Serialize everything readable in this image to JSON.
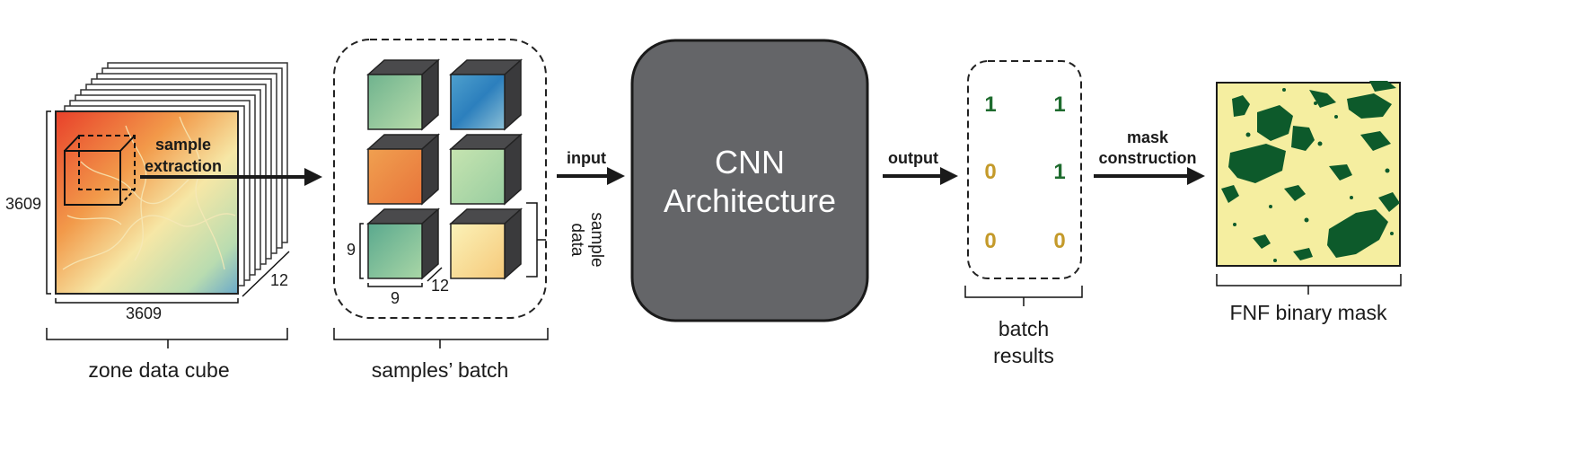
{
  "zone_cube": {
    "label": "zone data cube",
    "height_label": "3609",
    "width_label": "3609",
    "depth_label": "12",
    "extraction_label_1": "sample",
    "extraction_label_2": "extraction"
  },
  "batch": {
    "label": "samples’ batch",
    "sample_dim_h": "9",
    "sample_dim_w": "9",
    "sample_dim_d": "12",
    "data_sample_label_1": "data",
    "data_sample_label_2": "sample"
  },
  "arrows": {
    "input": "input",
    "output": "output",
    "mask_construction_1": "mask",
    "mask_construction_2": "construction"
  },
  "cnn": {
    "title_line1": "CNN",
    "title_line2": "Architecture"
  },
  "results": {
    "values": [
      "1",
      "1",
      "0",
      "1",
      "0",
      "0"
    ],
    "label_line1": "batch",
    "label_line2": "results"
  },
  "mask": {
    "label": "FNF binary mask"
  },
  "colors": {
    "forest_green": "#1e6b2e",
    "non_forest_gold": "#c49a2a",
    "cnn_fill": "#646568",
    "mask_bg": "#f5eea0",
    "mask_forest": "#0d5a2b"
  },
  "icons": {
    "cube_stack": "layered-data-cube",
    "sample_cubes": "colored-cube-tiles"
  }
}
